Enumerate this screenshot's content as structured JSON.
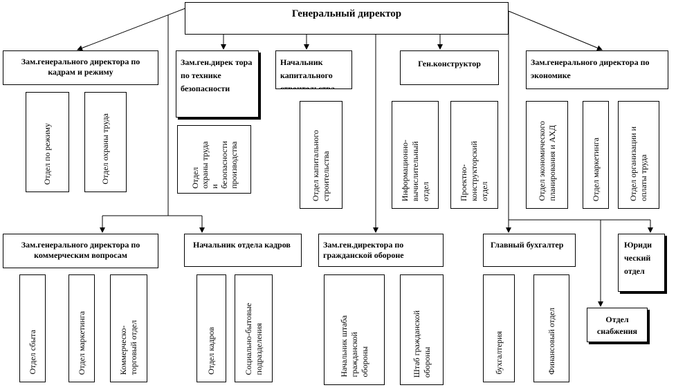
{
  "root": "Генеральный директор",
  "top": {
    "hr": "Зам.генерального директора по кадрам и режиму",
    "safety": "Зам.ген.дирек тора по технике безопасности",
    "capital": "Начальник капитального строительства",
    "constructor": "Ген.конструктор",
    "economy": "Зам.генерального директора по экономике"
  },
  "bottom": {
    "commerce": "Зам.генерального директора по коммерческим вопросам",
    "personnel": "Начальник отдела кадров",
    "civil": "Зам.ген.директора по гражданской обороне",
    "accountant": "Главный бухгалтер",
    "legal": "Юриди ческий отдел",
    "supply": "Отдел снабжения"
  },
  "depts": {
    "regime": "Отдел по режиму",
    "labor_protection": "Отдел охраны труда",
    "safety_dept": "Отдел\nохраны труда\nи\nбезопасности\nпроизводства",
    "capital_dept": "Отдел капитального\nстроительства",
    "info_comp": "Информационно-\nвычислительный\nотдел",
    "design": "Проектно-\nконструкторский\nотдел",
    "econ_planning": "Отдел экономического\nпланирования и АХД",
    "marketing_top": "Отдел маркетинга",
    "labor_org": "Отдел организации и\nоплаты труда",
    "sales": "Отдел сбыта",
    "marketing_bottom": "Отдел маркетинга",
    "trade": "Коммерческо-\nторговый отдел",
    "personnel_dept": "Отдел кадров",
    "social": "Социально-бытовые\nподразделения",
    "civil_hq_chief": "Начальник штаба\nгражданской\nобороны",
    "civil_hq": "Штаб гражданской\nобороны",
    "accounting": "бухгалтерия",
    "finance": "Финансовый отдел"
  }
}
